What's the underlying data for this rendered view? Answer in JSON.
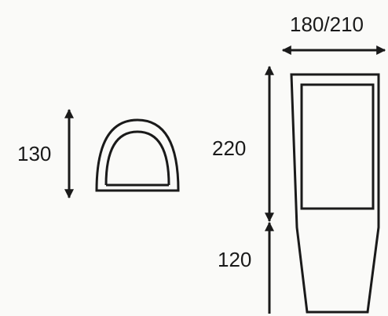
{
  "dimensions": {
    "dome_height": "130",
    "upper_height": "220",
    "lower_height": "120",
    "width": "180/210"
  },
  "colors": {
    "line": "#1a1a1a",
    "background": "#fafaf8"
  }
}
